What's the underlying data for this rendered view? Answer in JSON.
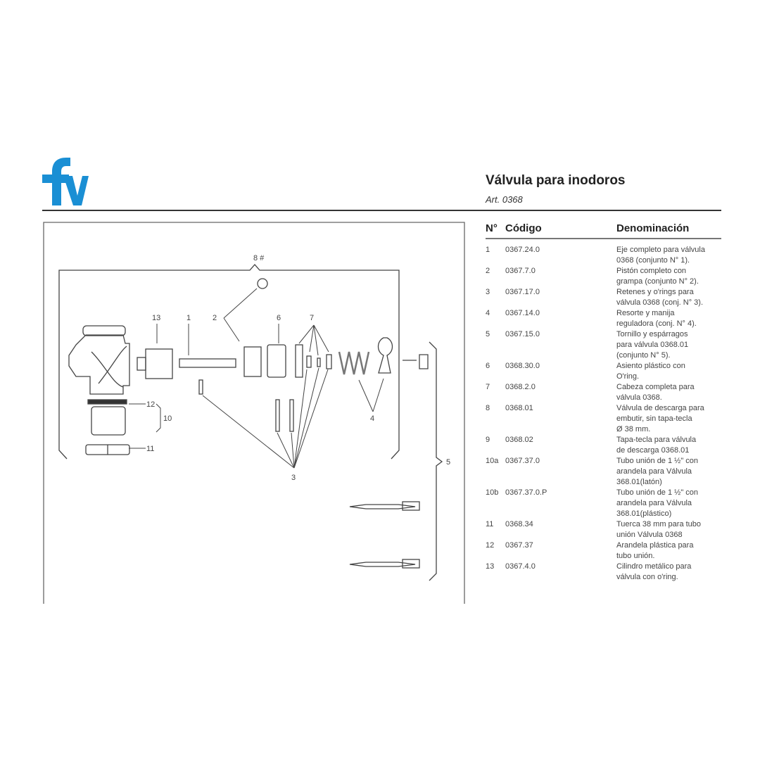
{
  "brand": {
    "logo_text": "fv",
    "color": "#1a8fd4"
  },
  "header": {
    "title": "Válvula para inodoros",
    "subtitle": "Art. 0368"
  },
  "diagram": {
    "callouts": {
      "c8": "8 #",
      "c2": "2",
      "c13": "13",
      "c1": "1",
      "c6": "6",
      "c7": "7",
      "c12": "12",
      "c10": "10",
      "c11": "11",
      "c4": "4",
      "c3": "3",
      "c5": "5"
    }
  },
  "table": {
    "headers": {
      "num": "N°",
      "code": "Código",
      "name": "Denominación"
    },
    "rows": [
      {
        "num": "1",
        "code": "0367.24.0",
        "name": "Eje completo para válvula\n0368 (conjunto N° 1)."
      },
      {
        "num": "2",
        "code": "0367.7.0",
        "name": "Pistón completo con\ngrampa (conjunto N° 2)."
      },
      {
        "num": "3",
        "code": "0367.17.0",
        "name": "Retenes y o'rings para\nválvula 0368 (conj. N° 3)."
      },
      {
        "num": "4",
        "code": "0367.14.0",
        "name": "Resorte y manija\nreguladora (conj. N° 4)."
      },
      {
        "num": "5",
        "code": "0367.15.0",
        "name": "Tornillo y espárragos\npara válvula 0368.01\n(conjunto N° 5)."
      },
      {
        "num": "6",
        "code": "0368.30.0",
        "name": "Asiento plástico con\nO'ring."
      },
      {
        "num": "7",
        "code": "0368.2.0",
        "name": "Cabeza completa para\nválvula 0368."
      },
      {
        "num": "8",
        "code": "0368.01",
        "name": "Válvula de descarga para\nembutir, sin tapa-tecla\nØ 38 mm."
      },
      {
        "num": "9",
        "code": "0368.02",
        "name": "Tapa-tecla para válvula\nde descarga 0368.01"
      },
      {
        "num": "10a",
        "code": "0367.37.0",
        "name": "Tubo unión de 1 ½\" con\narandela para Válvula\n368.01(latón)"
      },
      {
        "num": "10b",
        "code": "0367.37.0.P",
        "name": "Tubo unión de 1 ½\" con\narandela para Válvula\n368.01(plástico)"
      },
      {
        "num": "11",
        "code": "0368.34",
        "name": "Tuerca 38 mm para tubo\nunión Válvula 0368"
      },
      {
        "num": "12",
        "code": "0367.37",
        "name": "Arandela plástica para\ntubo unión."
      },
      {
        "num": "13",
        "code": "0367.4.0",
        "name": "Cilindro metálico para\nválvula con o'ring."
      }
    ]
  }
}
